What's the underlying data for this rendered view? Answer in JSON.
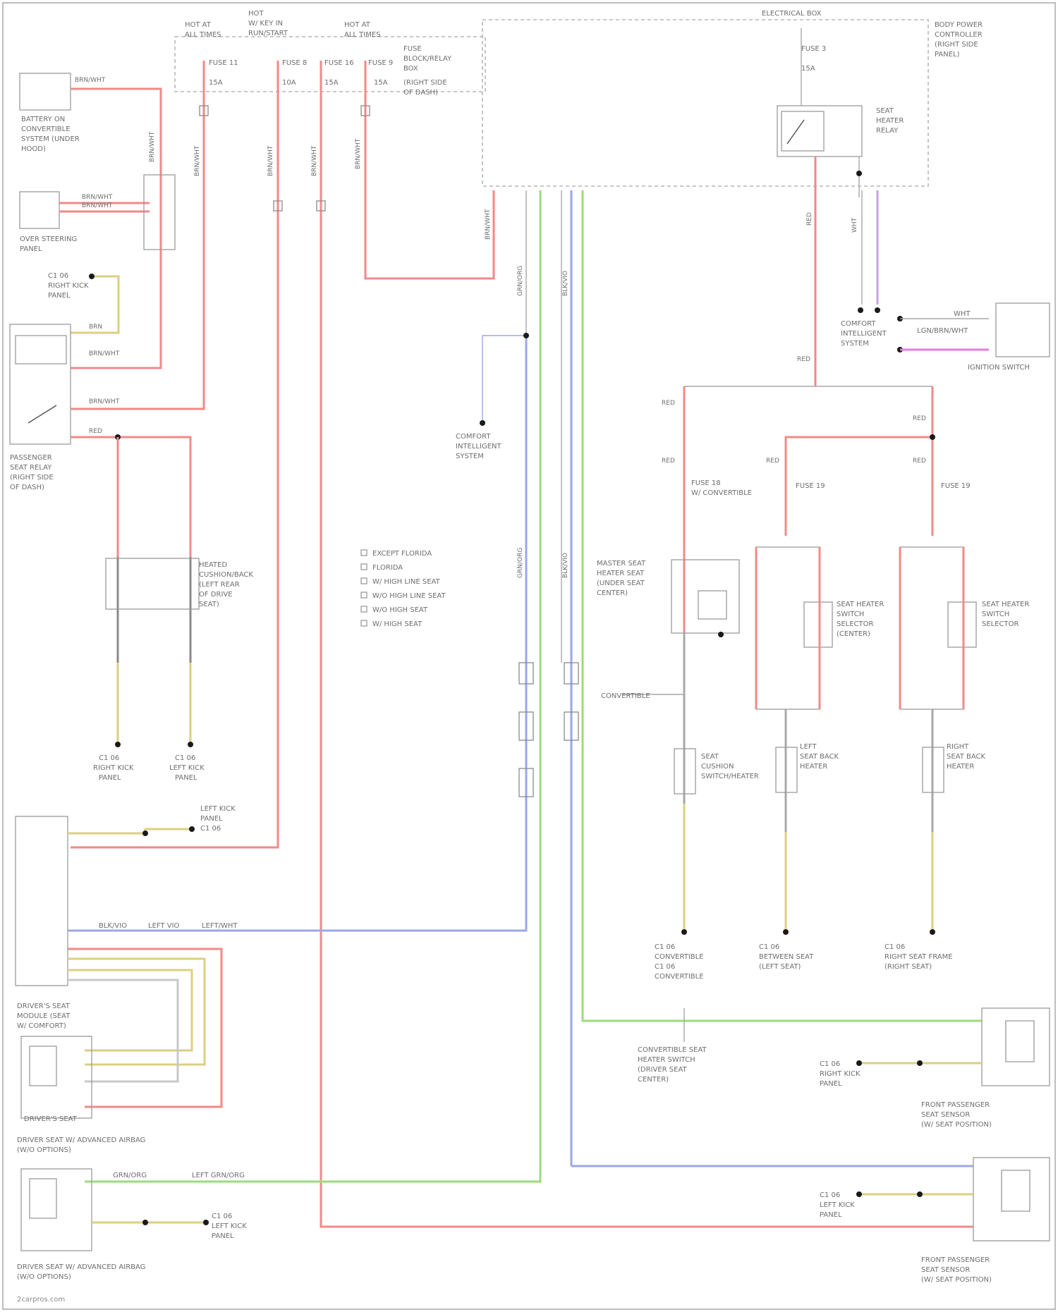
{
  "diagram": {
    "legend": [
      "EXCEPT FLORIDA",
      "FLORIDA",
      "W/ HIGH LINE SEAT",
      "W/O HIGH LINE SEAT",
      "W/O HIGH SEAT",
      "W/ HIGH SEAT"
    ],
    "watermark": "2carpros.com"
  },
  "colors": {
    "red": "#f08a8a",
    "green": "#9bdc7c",
    "blue": "#9aa8e6",
    "violet": "#c7a0e0",
    "yellow": "#dccf80",
    "pink": "#e57de0",
    "gray": "#a8a8a8",
    "box": "#9a9a9a"
  }
}
